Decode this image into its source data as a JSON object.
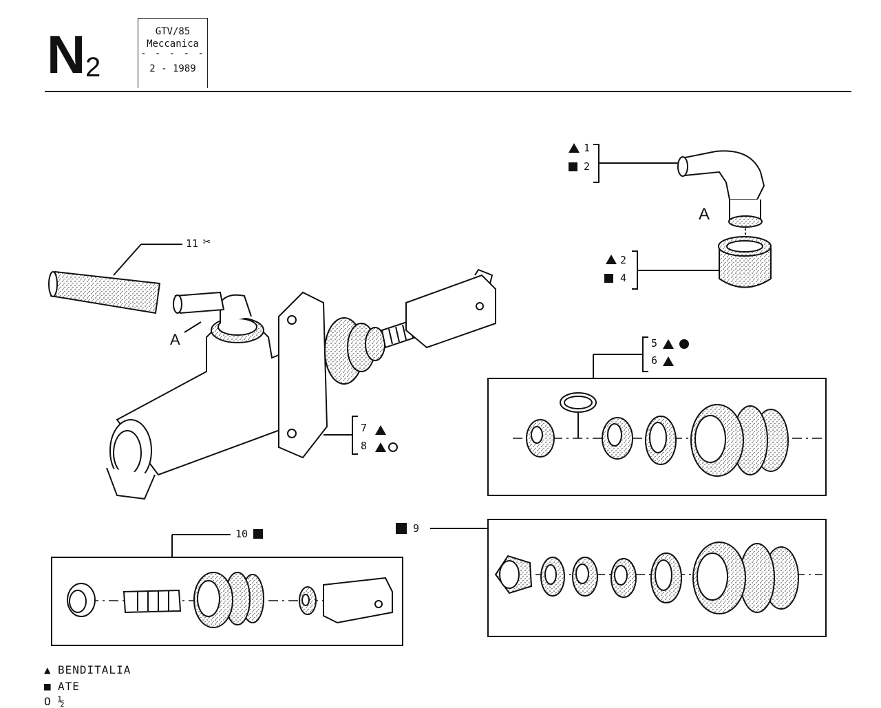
{
  "header": {
    "page_letter": "N",
    "page_number": "2",
    "model": "GTV/85",
    "section": "Meccanica",
    "separator": "- - - - -",
    "date": "2 - 1989"
  },
  "callouts": {
    "c1": "1",
    "c2a": "2",
    "c2b": "2",
    "c4": "4",
    "c5": "5",
    "c6": "6",
    "c7": "7",
    "c8": "8",
    "c9": "9",
    "c10": "10",
    "c11": "11",
    "detail_a_top": "A",
    "detail_a_main": "A"
  },
  "legend": [
    {
      "symbol": "▲",
      "text": "BENDITALIA"
    },
    {
      "symbol": "■",
      "text": "ATE"
    },
    {
      "symbol": "O",
      "text": "½"
    }
  ],
  "icons": {
    "triangle": "triangle-icon",
    "square": "square-icon",
    "circle": "circle-icon",
    "scissors": "scissors-icon"
  }
}
